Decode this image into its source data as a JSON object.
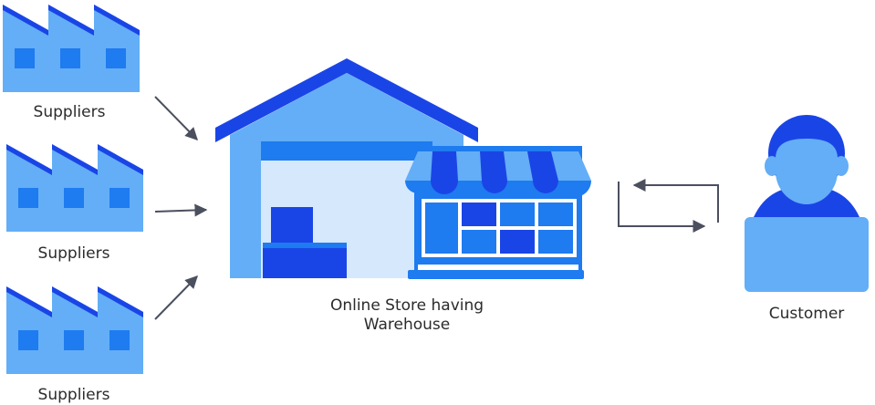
{
  "suppliers": [
    {
      "label": "Suppliers"
    },
    {
      "label": "Suppliers"
    },
    {
      "label": "Suppliers"
    }
  ],
  "store": {
    "label_line1": "Online Store having",
    "label_line2": "Warehouse"
  },
  "customer": {
    "label": "Customer"
  },
  "colors": {
    "light_blue": "#63aef6",
    "dark_blue": "#1a45e6",
    "medium_blue": "#1e7bf0",
    "pale_blue": "#d6e8fc",
    "arrow": "#4b4f5e"
  }
}
